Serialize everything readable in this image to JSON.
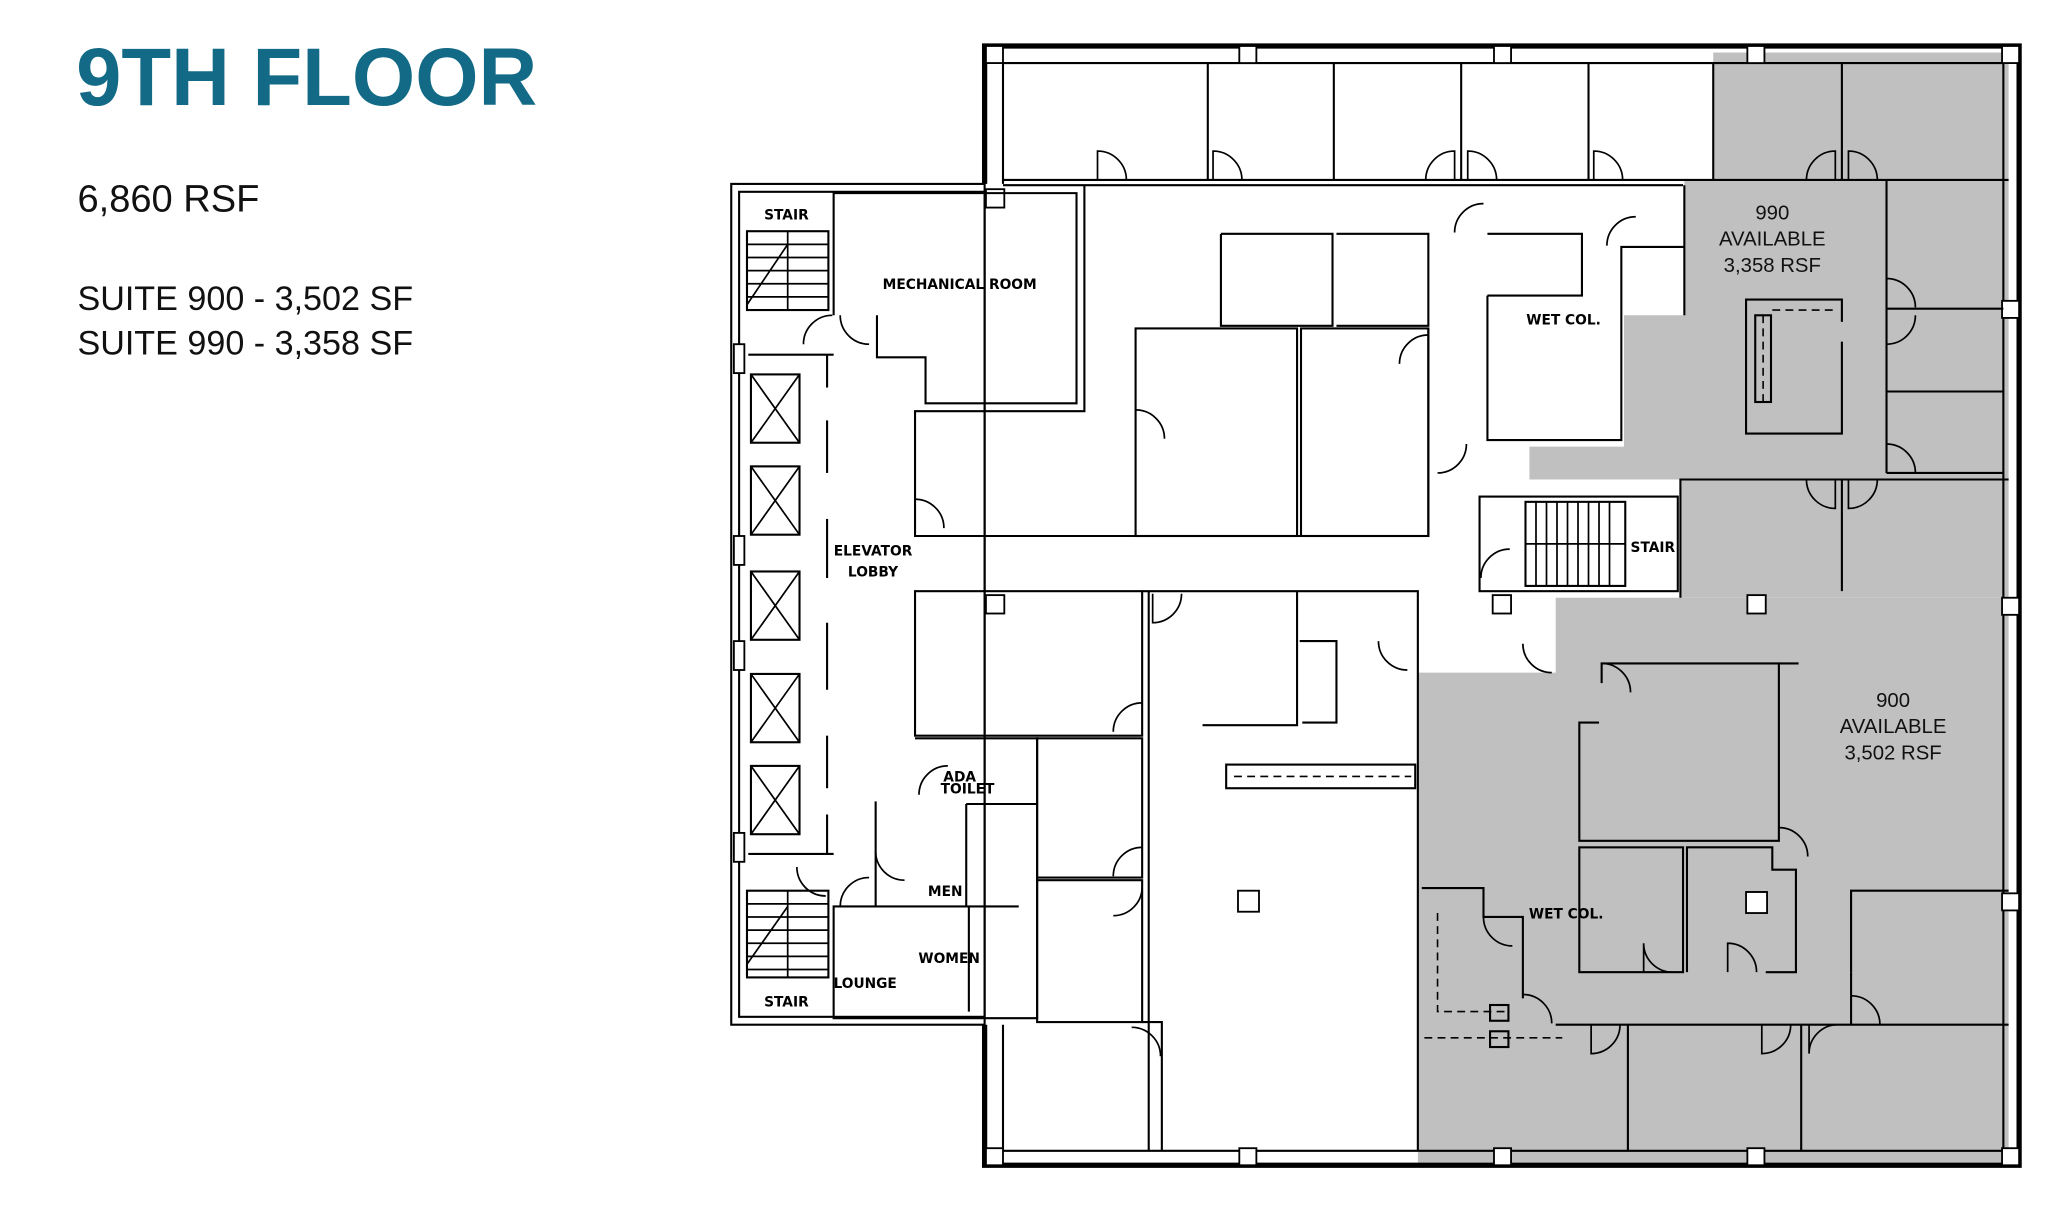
{
  "header": {
    "title": "9TH FLOOR",
    "total_area": "6,860 RSF",
    "suites": [
      {
        "label": "SUITE 900 - 3,502 SF"
      },
      {
        "label": "SUITE 990 - 3,358 SF"
      }
    ]
  },
  "plan": {
    "available_color": "#c0c0c0",
    "title_color": "#136a86",
    "suite_990": {
      "number": "990",
      "status": "AVAILABLE",
      "area": "3,358 RSF"
    },
    "suite_900": {
      "number": "900",
      "status": "AVAILABLE",
      "area": "3,502 RSF"
    },
    "rooms": {
      "stair_top": "STAIR",
      "mechanical": "MECHANICAL ROOM",
      "wet_col_top": "WET COL.",
      "elevator_1": "ELEVATOR",
      "elevator_2": "LOBBY",
      "stair_right": "STAIR",
      "ada_1": "ADA",
      "ada_2": "TOILET",
      "men": "MEN",
      "women": "WOMEN",
      "lounge": "LOUNGE",
      "stair_bottom": "STAIR",
      "wet_col_bottom": "WET COL."
    }
  }
}
